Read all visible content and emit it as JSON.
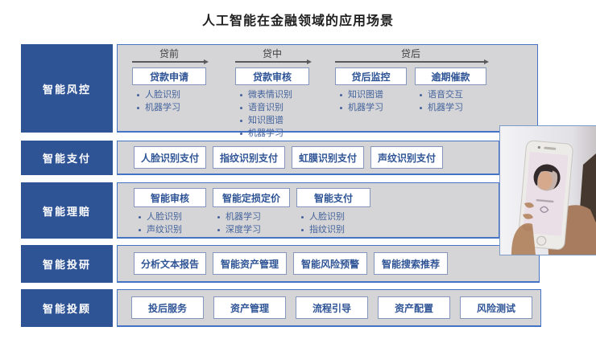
{
  "title": "人工智能在金融领域的应用场景",
  "colors": {
    "sidebar_blue": "#2F5496",
    "panel_gray": "#D5D5D7",
    "panel_border_blue": "#4472C4",
    "box_border": "#8496BB",
    "box_text_blue": "#2F5496",
    "bullet_text_blue": "#44639C",
    "stage_text": "#3d3d3d"
  },
  "rows": [
    {
      "label": "智能风控",
      "groups": [
        {
          "stage": "贷前",
          "boxes": [
            {
              "title": "贷款申请",
              "bullets": [
                "人脸识别",
                "机器学习"
              ]
            }
          ]
        },
        {
          "stage": "贷中",
          "boxes": [
            {
              "title": "贷款审核",
              "bullets": [
                "微表情识别",
                "语音识别",
                "知识图谱",
                "机器学习"
              ]
            }
          ]
        },
        {
          "stage": "贷后",
          "boxes": [
            {
              "title": "贷后监控",
              "bullets": [
                "知识图谱",
                "机器学习"
              ]
            },
            {
              "title": "逾期催款",
              "bullets": [
                "语音交互",
                "机器学习"
              ]
            }
          ]
        }
      ]
    },
    {
      "label": "智能支付",
      "boxes": [
        {
          "title": "人脸识别支付"
        },
        {
          "title": "指纹识别支付"
        },
        {
          "title": "虹膜识别支付"
        },
        {
          "title": "声纹识别支付"
        }
      ]
    },
    {
      "label": "智能理赔",
      "boxes": [
        {
          "title": "智能审核",
          "bullets": [
            "人脸识别",
            "声纹识别"
          ]
        },
        {
          "title": "智能定损定价",
          "bullets": [
            "机器学习",
            "深度学习"
          ]
        },
        {
          "title": "智能支付",
          "bullets": [
            "人脸识别",
            "指纹识别"
          ]
        }
      ]
    },
    {
      "label": "智能投研",
      "boxes": [
        {
          "title": "分析文本报告"
        },
        {
          "title": "智能资产管理"
        },
        {
          "title": "智能风险预警"
        },
        {
          "title": "智能搜索推荐"
        }
      ]
    },
    {
      "label": "智能投顾",
      "boxes": [
        {
          "title": "投后服务"
        },
        {
          "title": "资产管理"
        },
        {
          "title": "流程引导"
        },
        {
          "title": "资产配置"
        },
        {
          "title": "风险测试"
        }
      ]
    }
  ],
  "photo": {
    "alt": "手持手机进行人脸识别"
  }
}
